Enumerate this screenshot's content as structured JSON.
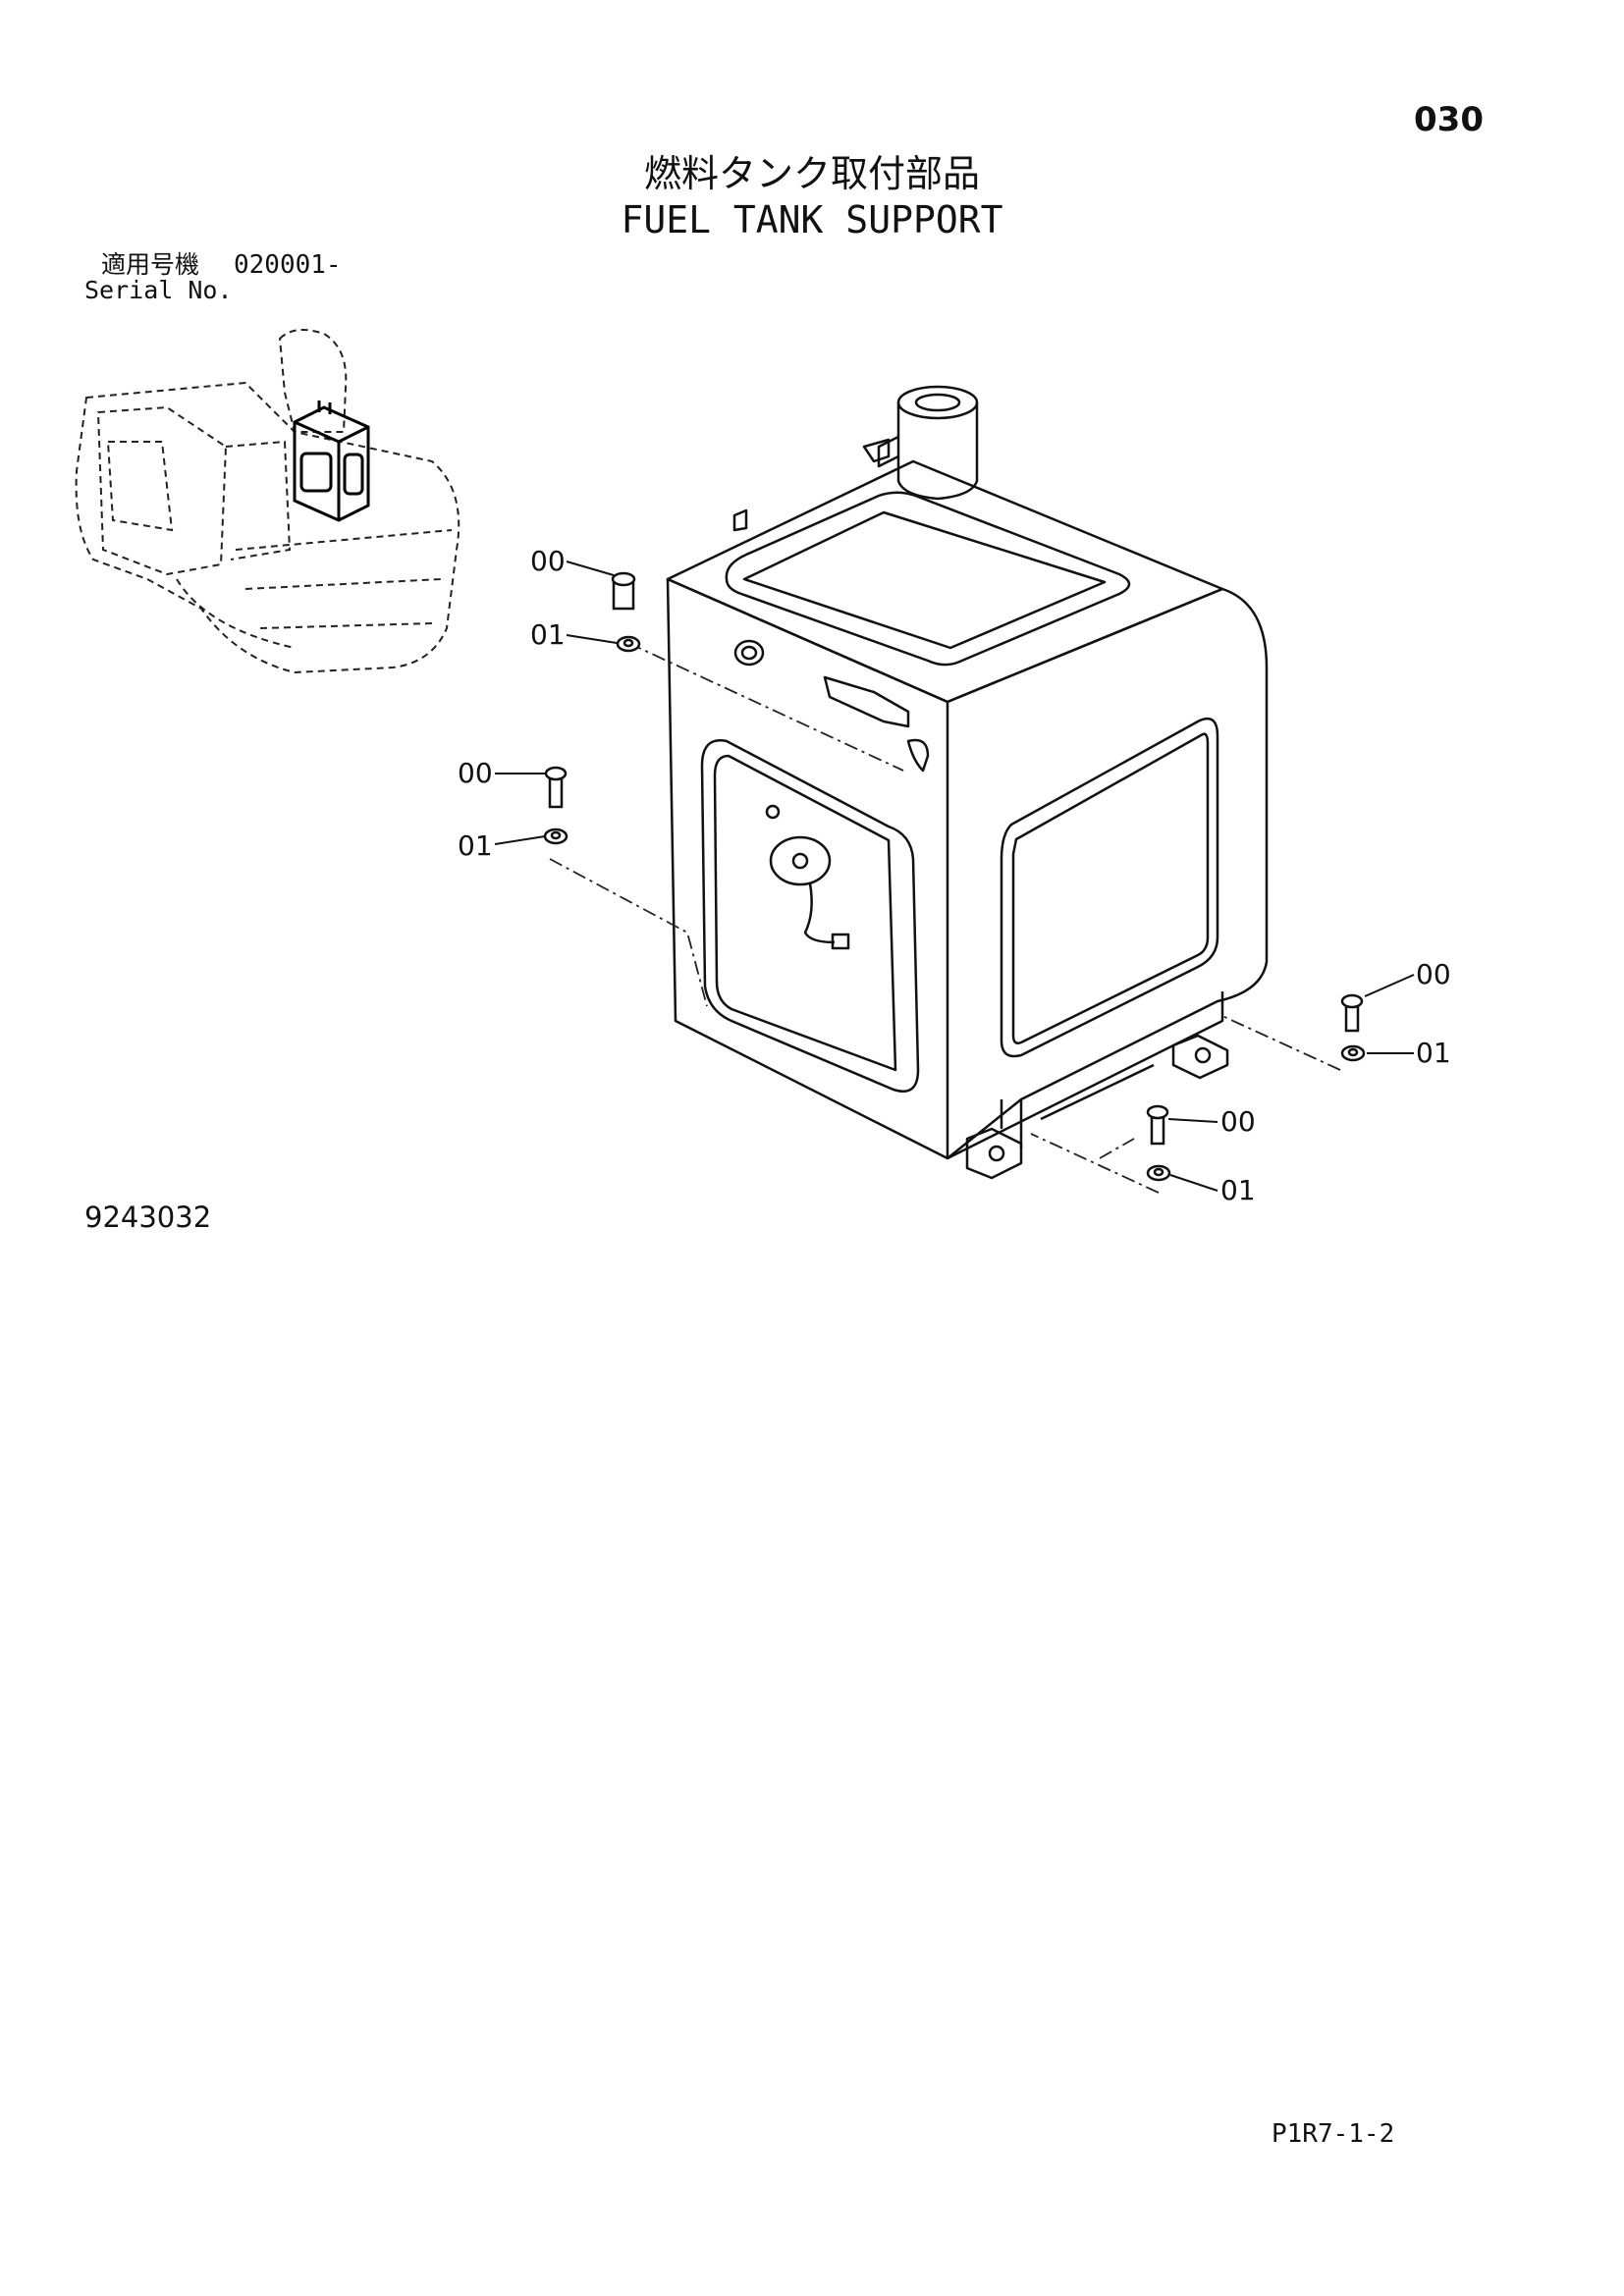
{
  "page": {
    "page_number": "030",
    "title_ja": "燃料タンク取付部品",
    "title_en": "FUEL TANK SUPPORT",
    "serial_label_ja": "適用号機",
    "serial_range": "020001-",
    "serial_label_en": "Serial No.",
    "figure_number": "9243032",
    "footer_code": "P1R7-1-2"
  },
  "callouts": [
    {
      "id": "c1",
      "label": "00"
    },
    {
      "id": "c2",
      "label": "01"
    },
    {
      "id": "c3",
      "label": "00"
    },
    {
      "id": "c4",
      "label": "01"
    },
    {
      "id": "c5",
      "label": "00"
    },
    {
      "id": "c6",
      "label": "01"
    },
    {
      "id": "c7",
      "label": "00"
    },
    {
      "id": "c8",
      "label": "01"
    }
  ],
  "icons": {
    "overview": "excavator-overview-icon",
    "tank": "fuel-tank-drawing",
    "bolt": "bolt-icon",
    "washer": "washer-icon"
  }
}
